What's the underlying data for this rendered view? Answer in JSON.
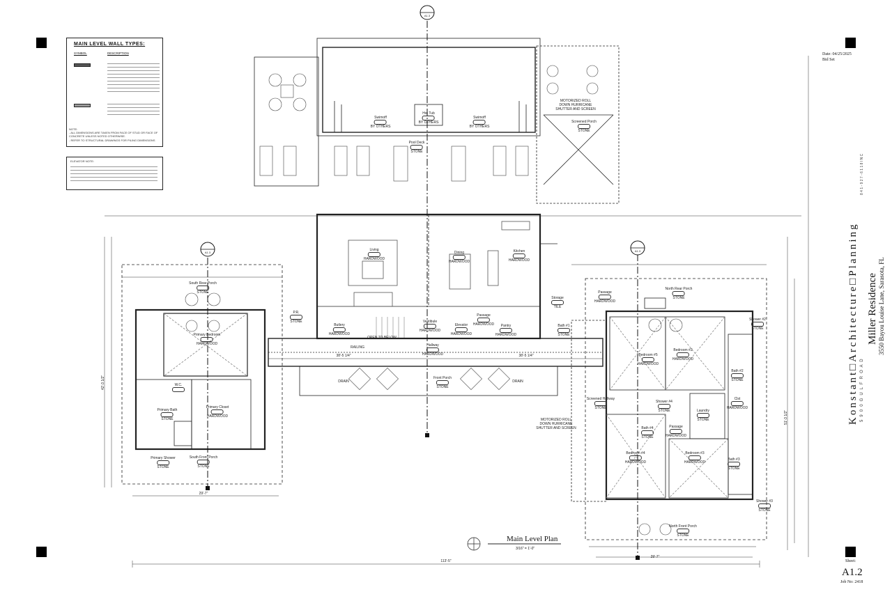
{
  "legend": {
    "title": "MAIN LEVEL WALL TYPES:",
    "col_symbol": "SYMBOL",
    "col_description": "DESCRIPTION",
    "notes_heading": "NOTE:",
    "notes": [
      "- ALL DIMENSIONS ARE TAKEN FROM FACE OF STUD OR FACE OF CONCRETE UNLESS NOTED OTHERWISE.",
      "- REFER TO STRUCTURAL DRAWINGS FOR PILING DIMENSIONS"
    ]
  },
  "elevator_note": {
    "title": "ELEVATOR NOTE:"
  },
  "rooms": {
    "pool_deck": "Pool Deck",
    "hot_tub": "Hot Tub",
    "swimoff_left": "Swimoff",
    "swimoff_right": "Swimoff",
    "by_others": "BY OTHERS",
    "screened_porch": "Screened Porch",
    "living": "Living",
    "dining": "Dining",
    "kitchen": "Kitchen",
    "storage": "Storage",
    "passage_n": "Passage",
    "north_rear_porch": "North Rear Porch",
    "south_rear_porch": "South Rear Porch",
    "primary_bedroom": "Primary Bedroom",
    "primary_bath": "Primary Bath",
    "primary_closet": "Primary Closet",
    "primary_shower": "Primary Shower",
    "wc": "W.C.",
    "pr": "P.R.",
    "butlery": "Butlery",
    "vestibule": "Vestibule",
    "elevator": "Elevator",
    "passage_c": "Passage",
    "pantry": "Pantry",
    "bath1": "Bath #1",
    "hallway": "Hallway",
    "front_porch": "Front Porch",
    "south_front_porch": "South Front Porch",
    "bedroom2": "Bedroom #2",
    "bedroom3": "Bedroom #3",
    "bedroom4": "Bedroom #4",
    "bedroom5": "Bedroom #5",
    "shower2": "Shower #2",
    "shower3": "Shower #3",
    "shower4": "Shower #4",
    "bath2": "Bath #2",
    "bath3": "Bath #3",
    "bath4": "Bath #4",
    "laundry": "Laundry",
    "clst": "Clst",
    "passage_e": "Passage",
    "screened_hallway": "Screened Hallway",
    "north_front_porch": "North Front Porch",
    "open_to_below": "OPEN TO BELOW",
    "railing": "RAILING",
    "drain_left": "DRAIN",
    "drain_right": "DRAIN",
    "shutter_note_1": "MOTORIZED ROLL DOWN HURRICANE SHUTTER AND SCREEN",
    "shutter_note_2": "MOTORIZED ROLL DOWN HURRICANE SHUTTER AND SCREEN"
  },
  "materials": {
    "stone": "STONE",
    "hardwood": "HARDWOOD",
    "tile": "TILE"
  },
  "dimensions": {
    "overall_width": "113'-5\"",
    "left_wing": "29'-7\"",
    "right_wing": "29'-7\"",
    "center_1": "38'-5 1/4\"",
    "center_2": "38'-5 1/4\"",
    "left_depth": "42'-3 1/2\"",
    "right_depth": "51'-3 1/2\""
  },
  "section_markers": [
    "A1.3",
    "A1.3",
    "A1.3"
  ],
  "plan_title": "Main Level Plan",
  "plan_scale": "3/16\" = 1'-0\"",
  "title_block": {
    "date": "Date:  04/25/2025",
    "bid_set": "Bid Set",
    "firm": "Konstant□Architecture□Planning",
    "firm_address": "5 9 0 0  G U L F  R O A D",
    "firm_phone": "8 4 1 - 9 2 7 - 6 1 1 8  I N C",
    "project_name": "Miller Residence",
    "project_address": "3550 Bayou Louise Lane, Sarasota, FL",
    "sheet_label": "Sheet:",
    "sheet_number": "A1.2",
    "job_no": "Job No:  2418"
  }
}
